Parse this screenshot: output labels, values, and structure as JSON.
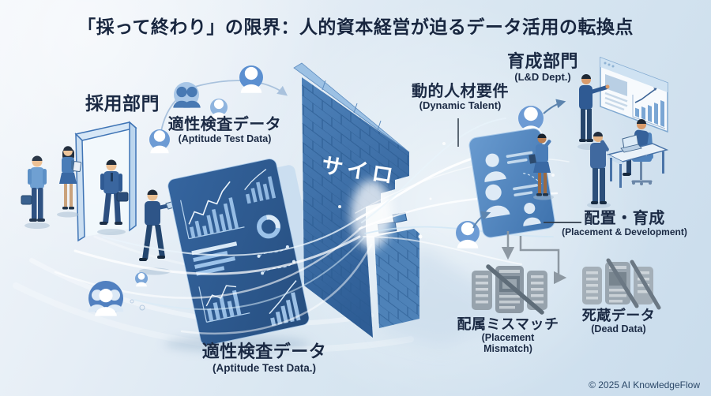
{
  "title": "「採って終わり」の限界：人的資本経営が迫るデータ活用の転換点",
  "labels": {
    "recruitment": "採用部門",
    "aptitude_top_ja": "適性検査データ",
    "aptitude_top_en": "(Aptitude Test Data)",
    "silo": "サイロ",
    "dynamic_ja": "動的人材要件",
    "dynamic_en": "(Dynamic Talent)",
    "ld_ja": "育成部門",
    "ld_en": "(L&D Dept.)",
    "placement_ja": "配置・育成",
    "placement_en": "(Placement & Development)",
    "mismatch_ja": "配属ミスマッチ",
    "mismatch_en1": "(Placement",
    "mismatch_en2": "Mismatch)",
    "dead_ja": "死蔵データ",
    "dead_en": "(Dead Data)",
    "aptitude_bottom_ja": "適性検査データ",
    "aptitude_bottom_en": "(Aptitude Test Data.)"
  },
  "footer": {
    "copyright": "© 2025 AI KnowledgeFlow"
  },
  "icons": {
    "user_circle": "person bust in blue circle",
    "users_circle": "two-person busts in light circle",
    "group_circle": "three-person group in blue circle",
    "document_card": "gray document card with text lines",
    "slash": "diagonal strike-through over unused data",
    "connector_arrow": "gray elbow / down connector arrows",
    "flow": "white data-stream lines breaking through brick wall"
  },
  "colors": {
    "background_top": "#f2f6fa",
    "background_bottom": "#c9dcec",
    "title_text": "#18263f",
    "label_text": "#1b2a44",
    "wall_blue": "#3f74ad",
    "wall_cap": "#9cc1e4",
    "brick_line": "#2b5a90",
    "dashboard_navy": "#2e5c94",
    "panel_blue": "#4e82bb",
    "accent_blue": "#5b8fd0",
    "flow_white": "#ffffff",
    "muted_gray": "#97a3ad",
    "arrow_gray": "#8d98a2"
  }
}
